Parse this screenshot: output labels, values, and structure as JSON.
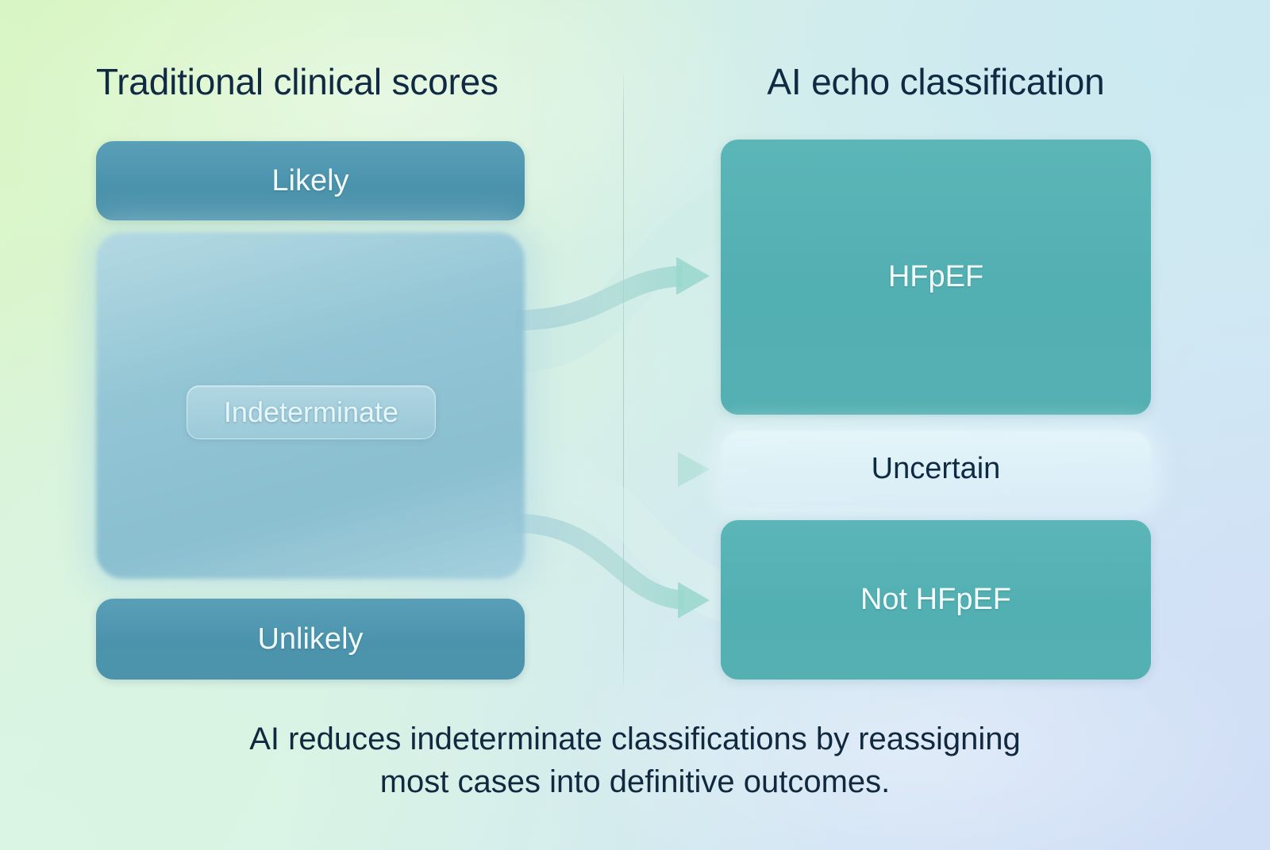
{
  "columns": {
    "left_title": "Traditional clinical scores",
    "right_title": "AI echo classification"
  },
  "left_boxes": [
    {
      "label": "Likely",
      "style": "solid"
    },
    {
      "label": "Indeterminate",
      "style": "soft"
    },
    {
      "label": "Unlikely",
      "style": "solid"
    }
  ],
  "right_boxes": [
    {
      "label": "HFpEF",
      "style": "solid"
    },
    {
      "label": "Uncertain",
      "style": "soft"
    },
    {
      "label": "Not HFpEF",
      "style": "solid"
    }
  ],
  "flows": [
    {
      "from": "Indeterminate",
      "to": "HFpEF",
      "shape": "curve-up"
    },
    {
      "from": "Indeterminate",
      "to": "Uncertain",
      "shape": "straight"
    },
    {
      "from": "Indeterminate",
      "to": "Not HFpEF",
      "shape": "curve-down"
    }
  ],
  "caption": {
    "line1": "AI reduces indeterminate classifications by reassigning",
    "line2": "most cases into definitive outcomes."
  },
  "colors": {
    "left_box_fill": "#4b93ad",
    "right_box_fill": "#52afb2",
    "indeterminate_fill": "#8fc2d4",
    "uncertain_fill": "#e0f3f8",
    "title_text": "#102a43",
    "box_text_light": "#f2fbfd",
    "caption_text": "#11293f",
    "arrow_fill": "#9fd4cd",
    "divider": "#78a0aa"
  }
}
